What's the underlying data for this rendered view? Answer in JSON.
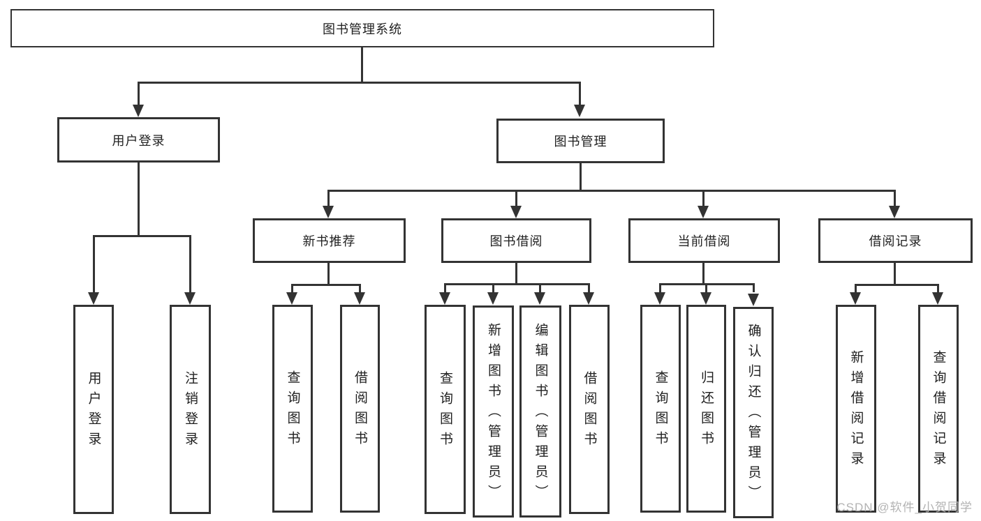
{
  "colors": {
    "line": "#333333",
    "text": "#1f1f1f",
    "watermark": "#b3b3b3",
    "background": "#ffffff"
  },
  "diagram": {
    "root": {
      "label": "图书管理系统"
    },
    "branches": [
      {
        "label": "用户登录",
        "children": [
          {
            "label": "用户登录"
          },
          {
            "label": "注销登录"
          }
        ]
      },
      {
        "label": "图书管理",
        "children": [
          {
            "label": "新书推荐",
            "children": [
              {
                "label": "查询图书"
              },
              {
                "label": "借阅图书"
              }
            ]
          },
          {
            "label": "图书借阅",
            "children": [
              {
                "label": "查询图书"
              },
              {
                "label": "新增图书（管理员）"
              },
              {
                "label": "编辑图书（管理员）"
              },
              {
                "label": "借阅图书"
              }
            ]
          },
          {
            "label": "当前借阅",
            "children": [
              {
                "label": "查询图书"
              },
              {
                "label": "归还图书"
              },
              {
                "label": "确认归还（管理员）"
              }
            ]
          },
          {
            "label": "借阅记录",
            "children": [
              {
                "label": "新增借阅记录"
              },
              {
                "label": "查询借阅记录"
              }
            ]
          }
        ]
      }
    ],
    "watermark": "CSDN @软件_小贺同学"
  }
}
